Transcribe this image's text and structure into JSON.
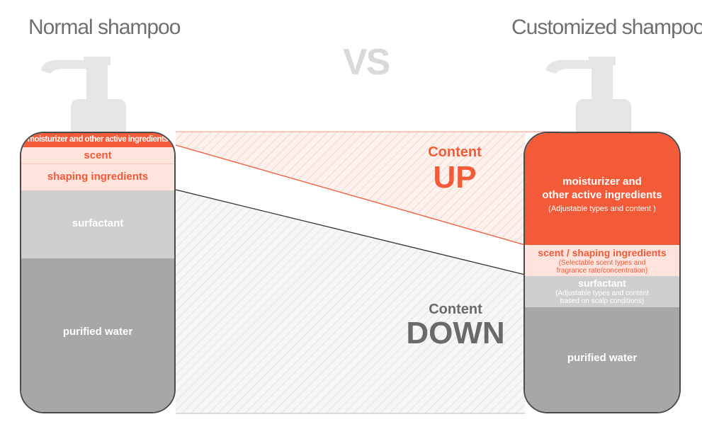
{
  "titles": {
    "left": "Normal shampoo",
    "right": "Customized shampoo",
    "vs": "VS"
  },
  "normal": {
    "moisturizer": "moisturizer and other active ingredients",
    "scent": "scent",
    "shaping": "shaping ingredients",
    "surfactant": "surfactant",
    "water": "purified water"
  },
  "customized": {
    "moisturizer_line1": "moisturizer and",
    "moisturizer_line2": "other active ingredients",
    "moisturizer_note": "(Adjustable types and content )",
    "scent_shaping": "scent / shaping ingredients",
    "scent_note_line1": "(Selectable scent types and",
    "scent_note_line2": "fragrance rate/concentration)",
    "surfactant": "surfactant",
    "surfactant_note_line1": "(Adjustable types and content",
    "surfactant_note_line2": "based on scalp conditions)",
    "water": "purified water"
  },
  "indicators": {
    "up_label": "Content",
    "up_word": "UP",
    "down_label": "Content",
    "down_word": "DOWN"
  },
  "colors": {
    "accent": "#f25a38",
    "light_accent": "#fde3dc",
    "surfactant": "#cfcfcf",
    "water": "#a7a7a7",
    "pump": "#e5e5e5"
  }
}
